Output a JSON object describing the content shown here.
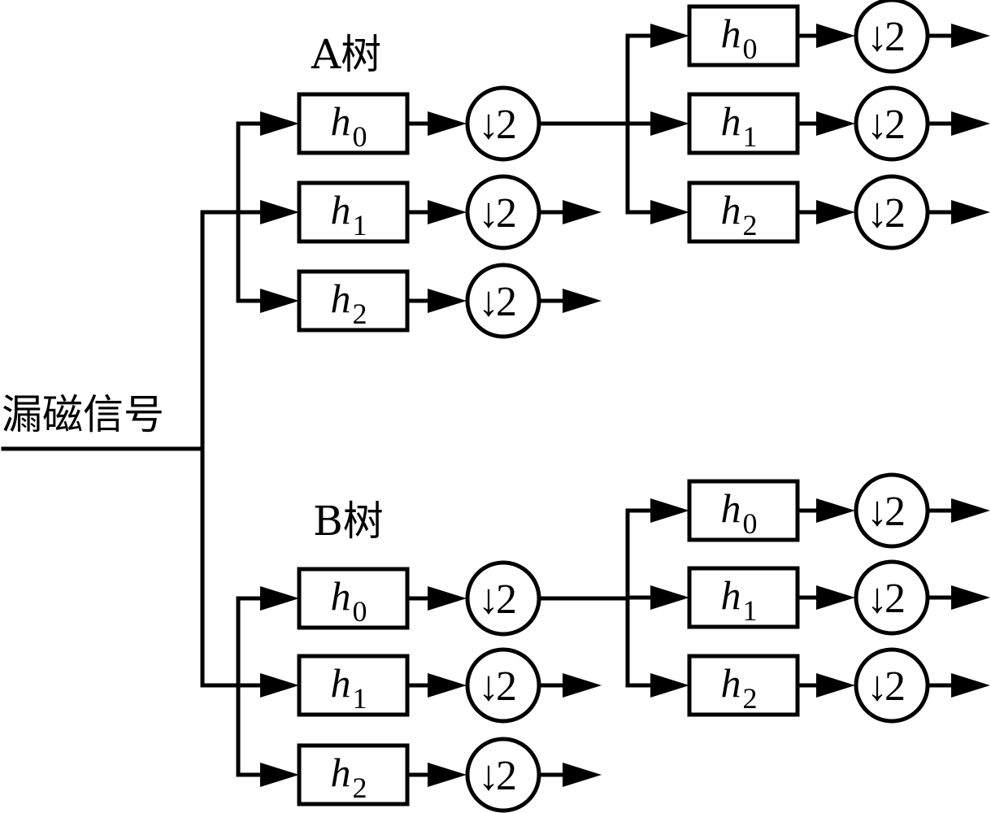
{
  "input": {
    "label": "漏磁信号"
  },
  "trees": [
    {
      "id": "A",
      "label": "A树",
      "level1": [
        {
          "filter_var": "h",
          "filter_sub": "0",
          "downsample_arrow": "↓",
          "downsample_factor": "2",
          "continues": true
        },
        {
          "filter_var": "h",
          "filter_sub": "1",
          "downsample_arrow": "↓",
          "downsample_factor": "2",
          "continues": false
        },
        {
          "filter_var": "h",
          "filter_sub": "2",
          "downsample_arrow": "↓",
          "downsample_factor": "2",
          "continues": false
        }
      ],
      "level2": [
        {
          "filter_var": "h",
          "filter_sub": "0",
          "downsample_arrow": "↓",
          "downsample_factor": "2"
        },
        {
          "filter_var": "h",
          "filter_sub": "1",
          "downsample_arrow": "↓",
          "downsample_factor": "2"
        },
        {
          "filter_var": "h",
          "filter_sub": "2",
          "downsample_arrow": "↓",
          "downsample_factor": "2"
        }
      ]
    },
    {
      "id": "B",
      "label": "B树",
      "level1": [
        {
          "filter_var": "h",
          "filter_sub": "0",
          "downsample_arrow": "↓",
          "downsample_factor": "2",
          "continues": true
        },
        {
          "filter_var": "h",
          "filter_sub": "1",
          "downsample_arrow": "↓",
          "downsample_factor": "2",
          "continues": false
        },
        {
          "filter_var": "h",
          "filter_sub": "2",
          "downsample_arrow": "↓",
          "downsample_factor": "2",
          "continues": false
        }
      ],
      "level2": [
        {
          "filter_var": "h",
          "filter_sub": "0",
          "downsample_arrow": "↓",
          "downsample_factor": "2"
        },
        {
          "filter_var": "h",
          "filter_sub": "1",
          "downsample_arrow": "↓",
          "downsample_factor": "2"
        },
        {
          "filter_var": "h",
          "filter_sub": "2",
          "downsample_arrow": "↓",
          "downsample_factor": "2"
        }
      ]
    }
  ]
}
